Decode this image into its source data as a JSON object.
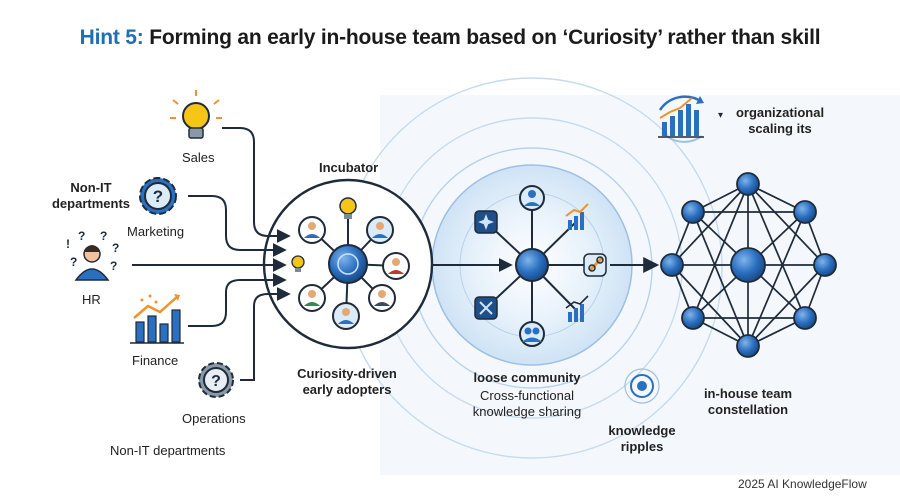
{
  "title": {
    "prefix": "Hint 5:",
    "text": "Forming an early in-house team based on ‘Curiosity’ rather than skill"
  },
  "departments": {
    "group_label_line1": "Non-IT",
    "group_label_line2": "departments",
    "footer_label": "Non-IT departments",
    "items": [
      {
        "label": "Sales",
        "icon": "lightbulb-icon"
      },
      {
        "label": "Marketing",
        "icon": "gear-icon"
      },
      {
        "label": "HR",
        "icon": "person-question-icon"
      },
      {
        "label": "Finance",
        "icon": "growth-chart-icon"
      },
      {
        "label": "Operations",
        "icon": "gear-icon"
      }
    ]
  },
  "incubator": {
    "title": "Incubator",
    "caption_line1": "Curiosity-driven",
    "caption_line2": "early adopters"
  },
  "community": {
    "title": "loose community",
    "caption_line1": "Cross-functional",
    "caption_line2": "knowledge sharing"
  },
  "ripples": {
    "line1": "knowledge",
    "line2": "ripples"
  },
  "scaling": {
    "line1": "organizational",
    "line2": "scaling its"
  },
  "constellation": {
    "line1": "in-house team",
    "line2": "constellation"
  },
  "footer": {
    "credit": "2025 AI KnowledgeFlow"
  },
  "colors": {
    "accent_blue": "#1f6fb2",
    "node_blue": "#2a6fc0",
    "line_dark": "#1f2b3a",
    "ring_light": "#cfe3f5",
    "bulb_yellow": "#f5c518",
    "growth_orange": "#f0932b"
  }
}
